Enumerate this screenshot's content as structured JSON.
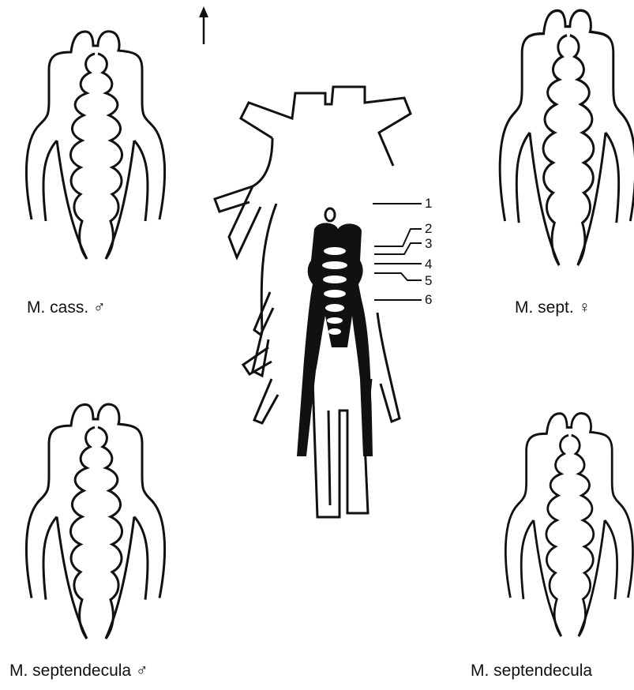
{
  "labels": {
    "top_left": "M. cass. ♂",
    "top_right": "M. sept. ♀",
    "bottom_left": "M. septendecula ♂",
    "bottom_right": "M. septendecula"
  },
  "callouts": [
    "1",
    "2",
    "3",
    "4",
    "5",
    "6"
  ],
  "colors": {
    "ink": "#111111",
    "paper": "#ffffff"
  }
}
